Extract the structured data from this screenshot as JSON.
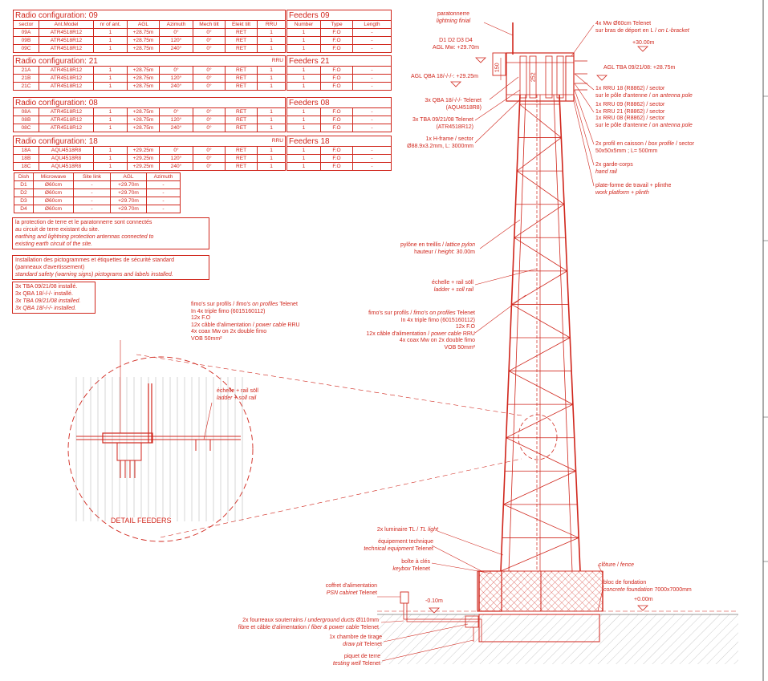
{
  "radio_tables": [
    {
      "title": "Radio configuration: 09",
      "right_label": "",
      "headers": [
        "sector",
        "Ant.Model",
        "nr of ant.",
        "AGL",
        "Azimuth",
        "Mech tilt",
        "Elekt tilt",
        "RRU"
      ],
      "rows": [
        [
          "09A",
          "ATR4518R12",
          "1",
          "+28.75m",
          "0°",
          "0°",
          "RET",
          "1"
        ],
        [
          "09B",
          "ATR4518R12",
          "1",
          "+28.75m",
          "120°",
          "0°",
          "RET",
          "1"
        ],
        [
          "09C",
          "ATR4518R12",
          "1",
          "+28.75m",
          "240°",
          "0°",
          "RET",
          "1"
        ]
      ]
    },
    {
      "title": "Radio configuration: 21",
      "right_label": "RRU",
      "headers": [],
      "rows": [
        [
          "21A",
          "ATR4518R12",
          "1",
          "+28.75m",
          "0°",
          "0°",
          "RET",
          "1"
        ],
        [
          "21B",
          "ATR4518R12",
          "1",
          "+28.75m",
          "120°",
          "0°",
          "RET",
          "1"
        ],
        [
          "21C",
          "ATR4518R12",
          "1",
          "+28.75m",
          "240°",
          "0°",
          "RET",
          "1"
        ]
      ]
    },
    {
      "title": "Radio configuration: 08",
      "right_label": "",
      "headers": [],
      "rows": [
        [
          "08A",
          "ATR4518R12",
          "1",
          "+28.75m",
          "0°",
          "0°",
          "RET",
          "1"
        ],
        [
          "08B",
          "ATR4518R12",
          "1",
          "+28.75m",
          "120°",
          "0°",
          "RET",
          "1"
        ],
        [
          "08C",
          "ATR4518R12",
          "1",
          "+28.75m",
          "240°",
          "0°",
          "RET",
          "1"
        ]
      ]
    },
    {
      "title": "Radio configuration: 18",
      "right_label": "RRU",
      "headers": [],
      "rows": [
        [
          "18A",
          "AQU4518R8",
          "1",
          "+29.25m",
          "0°",
          "0°",
          "RET",
          "1"
        ],
        [
          "18B",
          "AQU4518R8",
          "1",
          "+29.25m",
          "120°",
          "0°",
          "RET",
          "1"
        ],
        [
          "18C",
          "AQU4518R8",
          "1",
          "+29.25m",
          "240°",
          "0°",
          "RET",
          "1"
        ]
      ]
    }
  ],
  "feeder_tables": [
    {
      "title": "Feeders 09",
      "headers": [
        "Number",
        "Type",
        "Length"
      ],
      "rows": [
        [
          "1",
          "F.O",
          "-"
        ],
        [
          "1",
          "F.O",
          "-"
        ],
        [
          "1",
          "F.O",
          "-"
        ]
      ]
    },
    {
      "title": "Feeders 21",
      "headers": [],
      "rows": [
        [
          "1",
          "F.O",
          "-"
        ],
        [
          "1",
          "F.O",
          "-"
        ],
        [
          "1",
          "F.O",
          "-"
        ]
      ]
    },
    {
      "title": "Feeders 08",
      "headers": [],
      "rows": [
        [
          "1",
          "F.O",
          "-"
        ],
        [
          "1",
          "F.O",
          "-"
        ],
        [
          "1",
          "F.O",
          "-"
        ]
      ]
    },
    {
      "title": "Feeders 18",
      "headers": [],
      "rows": [
        [
          "1",
          "F.O",
          "-"
        ],
        [
          "1",
          "F.O",
          "-"
        ],
        [
          "1",
          "F.O",
          "-"
        ]
      ]
    }
  ],
  "dish_table": {
    "headers": [
      "Dish",
      "Microwave",
      "Site link",
      "AGL",
      "Azimuth"
    ],
    "rows": [
      [
        "D1",
        "Ø60cm",
        "-",
        "+29.70m",
        "-"
      ],
      [
        "D2",
        "Ø60cm",
        "-",
        "+29.70m",
        "-"
      ],
      [
        "D3",
        "Ø60cm",
        "-",
        "+29.70m",
        "-"
      ],
      [
        "D4",
        "Ø60cm",
        "-",
        "+29.70m",
        "-"
      ]
    ]
  },
  "notes": {
    "earthing": {
      "fr": [
        "la protection de terre et le paratonnerre sont connectés",
        "au circuit de terre existant du site."
      ],
      "en": [
        "earthing and lightning protection antennas connected to",
        "existing earth circuit of the site."
      ]
    },
    "pictograms": {
      "fr": [
        "Installation des pictogrammes et étiquettes de sécurité standard",
        "(panneaux d'avertissement)"
      ],
      "en": [
        "standard safety (warning signs) pictograms and labels installed."
      ]
    },
    "installed": {
      "fr": [
        "3x TBA 09/21/08 installé.",
        "3x QBA 18/-/-/- installé."
      ],
      "en": [
        "3x TBA 09/21/08 installed.",
        "3x QBA 18/-/-/- installed."
      ]
    }
  },
  "detail": {
    "title": "DETAIL FEEDERS",
    "fimo_label": [
      "fimo's sur profils / ",
      "fimo's on profiles",
      " Telenet",
      "In 4x triple fimo (6015160112)",
      "12x F.O",
      "12x câble d'alimentation / ",
      "power cable",
      " RRU",
      "4x coax Mw on 2x double fimo",
      "VOB 50mm²"
    ],
    "ladder_label": [
      "échelle + rail söll",
      "ladder + soll rail"
    ]
  },
  "tower_labels": {
    "finial": [
      "paratonnerre",
      "lightning finial"
    ],
    "dishes": [
      "D1 D2 D3 D4",
      "AGL Mw: +29.70m"
    ],
    "agl_qba": "AGL QBA 18/-/-/-: +29.25m",
    "dim_150": "150",
    "dim_252": "252",
    "qba": [
      "3x QBA 18/-/-/- Telenet",
      "(AQU4518R8)"
    ],
    "tba": [
      "3x TBA 09/21/08 Telenet",
      "(ATR4518R12)"
    ],
    "hframe": [
      "1x H-frame / sector",
      "Ø88.9x3.2mm, L: 3000mm"
    ],
    "pylon": [
      "pylône en treillis / ",
      "lattice pylon",
      "hauteur / ",
      "height",
      ": 30.00m"
    ],
    "ladder": [
      "échelle + rail söll",
      "ladder + soll rail"
    ],
    "fimo": [
      "fimo's sur profils / ",
      "fimo's on profiles",
      " Telenet",
      "In 4x triple fimo (6015160112)",
      "12x F.O",
      "12x câble d'alimentation / ",
      "power cable",
      " RRU",
      "4x coax Mw on 2x double fimo",
      "VOB 50mm²"
    ],
    "tl_light": [
      "2x luminaire TL / ",
      "TL light"
    ],
    "equipment": [
      "équipement technique",
      "technical equipment",
      " Telenet"
    ],
    "keybox": [
      "boîte à clés",
      "keybox",
      " Telenet"
    ],
    "psn": [
      "coffret d'alimentation",
      "PSN cabinet",
      " Telenet"
    ],
    "level_minus": "-0.10m",
    "ducts": [
      "2x fourreaux souterrains / ",
      "underground ducts",
      " Ø110mm",
      "fibre et câble d'alimentation / ",
      "fiber & power cable",
      " Telenet"
    ],
    "draw_pit": [
      "1x chambre de tirage",
      "draw pit",
      " Telenet"
    ],
    "testing_well": [
      "piquet de terre",
      "testing well",
      " Telenet"
    ],
    "mw_bracket": [
      "4x Mw Ø60cm Telenet",
      "sur bras de déport en L / ",
      "on L-bracket"
    ],
    "level_30": "+30.00m",
    "agl_tba": "AGL TBA 09/21/08: +28.75m",
    "rru18": [
      "1x RRU 18 (R8862) / sector",
      "sur le pôle d'antenne / ",
      "on antenna pole"
    ],
    "rru_others": [
      "1x RRU 09 (R8862) / sector",
      "1x RRU 21 (R8862) / sector",
      "1x RRU 08 (R8862) / sector",
      "sur le pôle d'antenne / ",
      "on antenna pole"
    ],
    "box_profile": [
      "2x profil en caisson / ",
      "box profile",
      " / sector",
      "50x50x5mm ; L= 500mm"
    ],
    "hand_rail": [
      "2x garde-corps",
      "hand rail"
    ],
    "platform": [
      "plate-forme de travail + plinthe",
      "work platform + plinth"
    ],
    "fence": [
      "clôture / ",
      "fence"
    ],
    "foundation": [
      "bloc de fondation",
      "concrete foundation",
      " 7000x7000mm"
    ],
    "level_0": "+0.00m"
  },
  "colors": {
    "ink": "#d0261c",
    "background": "#ffffff",
    "frame": "#555555"
  }
}
